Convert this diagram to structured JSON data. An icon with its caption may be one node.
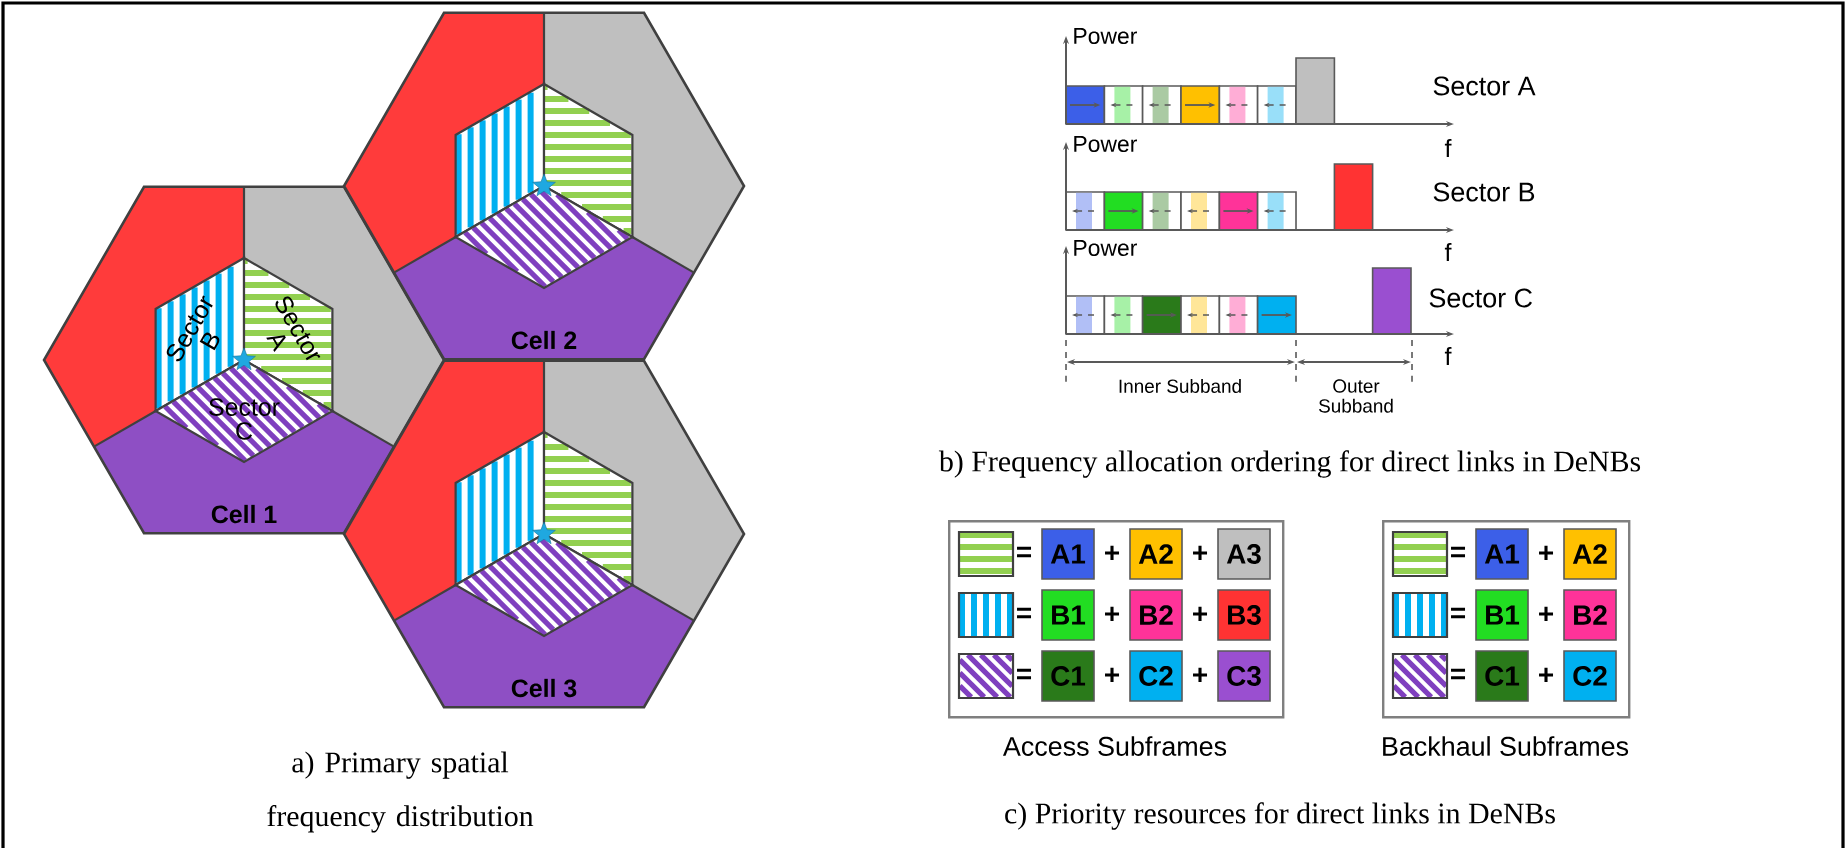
{
  "diagram": {
    "nodes": [
      {
        "text": [
          "Cell 1"
        ]
      },
      {
        "text": [
          "Sector B"
        ],
        "in": 0
      },
      {
        "text": [
          "Sector A"
        ],
        "in": 0
      },
      {
        "text": [
          "Sector C"
        ],
        "in": 0
      },
      {
        "text": [
          "Cell 2"
        ]
      },
      {
        "text": [
          "Cell 3"
        ]
      },
      {
        "text": [
          "Access Subframes"
        ]
      },
      {
        "text": [],
        "shape": "box",
        "in": 6
      },
      {
        "text": [
          "A1"
        ],
        "in": 6
      },
      {
        "text": [
          "A2"
        ],
        "in": 6
      },
      {
        "text": [
          "A3"
        ],
        "in": 6
      },
      {
        "text": [],
        "shape": "box",
        "in": 6
      },
      {
        "text": [
          "B1"
        ],
        "in": 6
      },
      {
        "text": [
          "B2"
        ],
        "in": 6
      },
      {
        "text": [
          "B3"
        ],
        "in": 6
      },
      {
        "text": [],
        "shape": "box",
        "in": 6
      },
      {
        "text": [
          "C1"
        ],
        "in": 6
      },
      {
        "text": [
          "C2"
        ],
        "in": 6
      },
      {
        "text": [
          "C3"
        ],
        "in": 6
      },
      {
        "text": [
          "Backhaul Subframes"
        ]
      },
      {
        "text": [],
        "shape": "box",
        "in": 19
      },
      {
        "text": [
          "A1"
        ],
        "in": 19
      },
      {
        "text": [
          "A2"
        ],
        "in": 19
      },
      {
        "text": [],
        "shape": "box",
        "in": 19
      },
      {
        "text": [
          "B1"
        ],
        "in": 19
      },
      {
        "text": [
          "B2"
        ],
        "in": 19
      },
      {
        "text": [],
        "shape": "box",
        "in": 19
      },
      {
        "text": [
          "C1"
        ],
        "in": 19
      },
      {
        "text": [
          "C2"
        ],
        "in": 19
      }
    ],
    "labels": [
      "Power",
      "Sector A",
      "Power",
      "f",
      "Sector B",
      "Power",
      "f",
      "Sector C",
      "f",
      "Inner Subband",
      "Outer Subband",
      "b) Frequency allocation ordering for direct links in DeNBs",
      "=",
      "+",
      "+",
      "=",
      "+",
      "+",
      "=",
      "+",
      "+",
      "=",
      "+",
      "=",
      "+",
      "=",
      "+",
      "c) Priority resources for direct links in DeNBs",
      "a) Primary spatial frequency distribution"
    ]
  }
}
